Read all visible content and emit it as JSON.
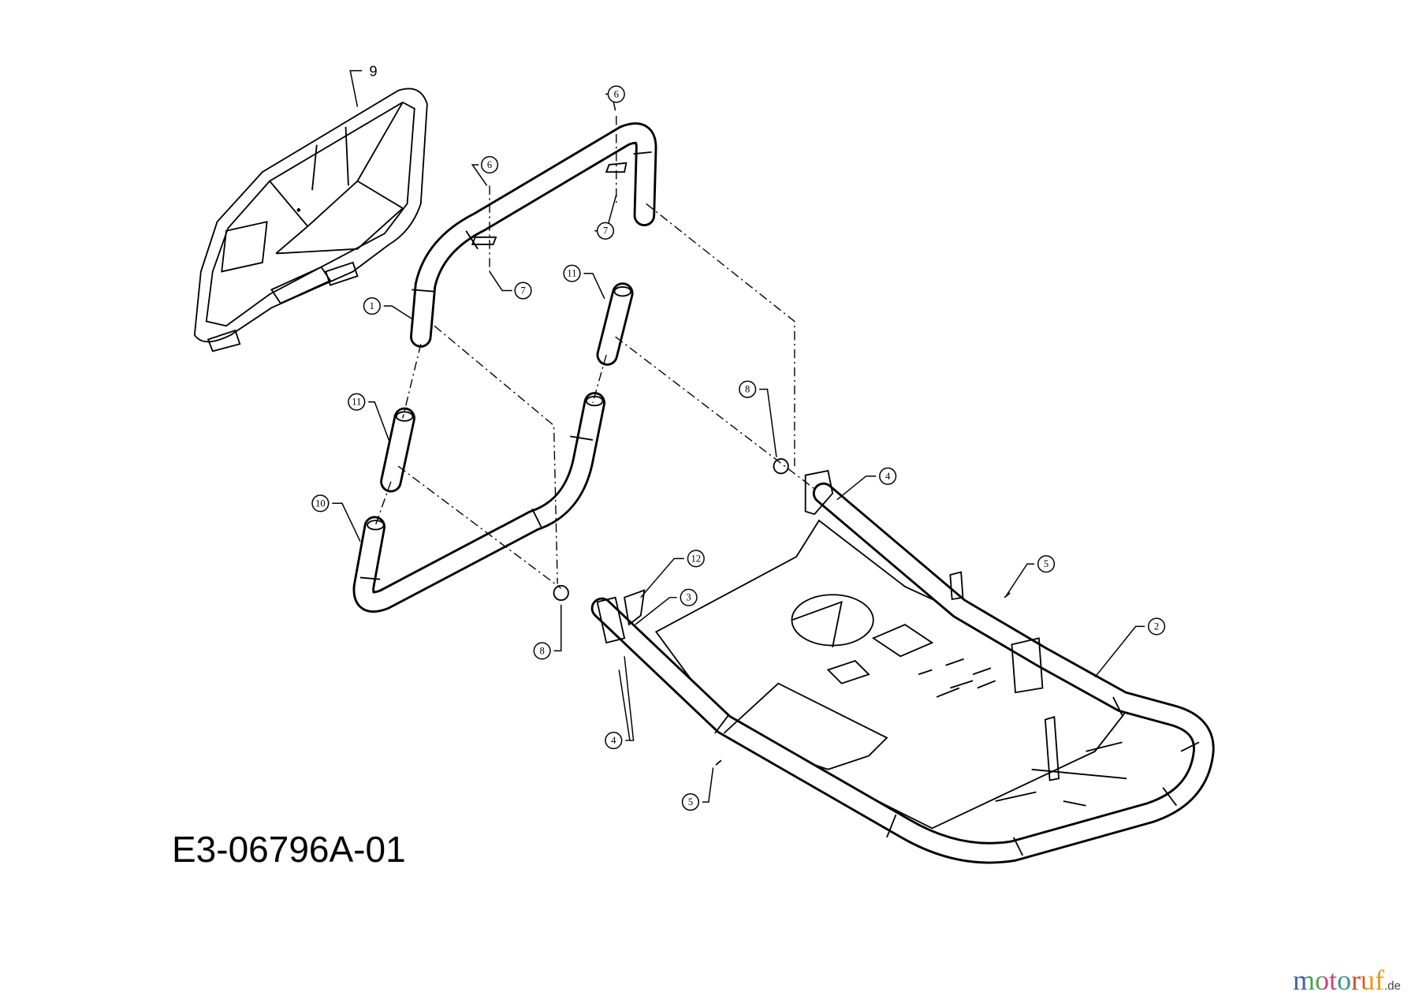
{
  "diagram": {
    "drawing_number": "E3-06796A-01",
    "seat_label": "9",
    "callouts": [
      "6",
      "6",
      "7",
      "7",
      "11",
      "1",
      "11",
      "8",
      "4",
      "10",
      "12",
      "5",
      "3",
      "2",
      "8",
      "4",
      "5"
    ]
  },
  "logo": {
    "name": "motoruf",
    "tld": ".de"
  }
}
